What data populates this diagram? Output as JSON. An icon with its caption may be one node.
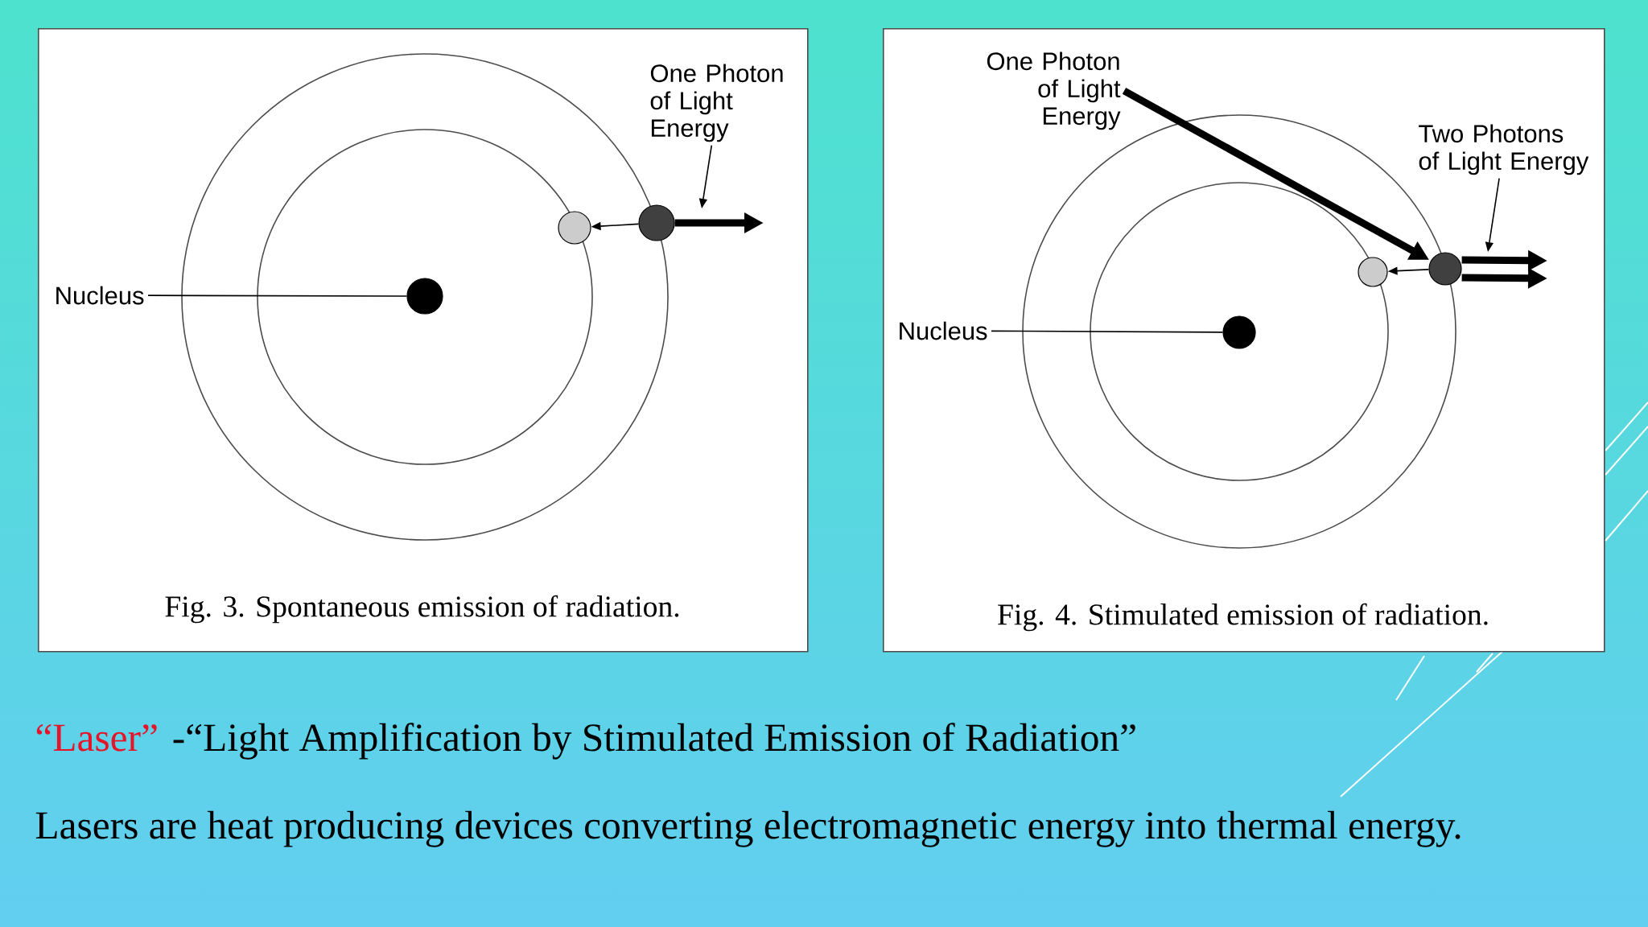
{
  "diagram": {
    "nodes": [
      {
        "text": [
          "Fig. 3. Spontaneous emission of radiation."
        ]
      },
      {
        "text": [
          "Nucleus"
        ],
        "in": 0
      },
      {
        "text": [],
        "shape": "circle",
        "in": 0
      },
      {
        "text": [
          "One Photon of Light Energy"
        ],
        "in": 0
      },
      {
        "text": [],
        "shape": "circle",
        "in": 0
      },
      {
        "text": [],
        "shape": "circle",
        "in": 0
      },
      {
        "text": [
          "Fig. 4. Stimulated emission of radiation."
        ]
      },
      {
        "text": [
          "Nucleus"
        ],
        "in": 6
      },
      {
        "text": [],
        "shape": "circle",
        "in": 6
      },
      {
        "text": [
          "One Photon of Light Energy"
        ],
        "in": 6
      },
      {
        "text": [
          "Two Photons of Light Energy"
        ],
        "in": 6
      },
      {
        "text": [],
        "shape": "circle",
        "in": 6
      },
      {
        "text": [],
        "shape": "circle",
        "in": 6
      }
    ],
    "edges": [
      {
        "from": 1,
        "to": 2,
        "arrow": "none"
      },
      {
        "from": 4,
        "to": 5,
        "arrow": "to"
      },
      {
        "from": 4,
        "to": null,
        "arrow": "to",
        "style": "thick"
      },
      {
        "from": 3,
        "to": null,
        "arrow": "to"
      },
      {
        "from": 7,
        "to": 8,
        "arrow": "none"
      },
      {
        "from": 9,
        "to": 11,
        "arrow": "to",
        "style": "thick"
      },
      {
        "from": 11,
        "to": 12,
        "arrow": "to"
      },
      {
        "from": 11,
        "to": null,
        "arrow": "to",
        "style": "thick"
      },
      {
        "from": 11,
        "to": null,
        "arrow": "to",
        "style": "thick"
      },
      {
        "from": 10,
        "to": null,
        "arrow": "to"
      }
    ],
    "labels": [
      "“Laser”",
      "-“Light Amplification by Stimulated Emission of Radiation”",
      "Lasers are heat producing devices converting electromagnetic energy into thermal energy."
    ]
  }
}
